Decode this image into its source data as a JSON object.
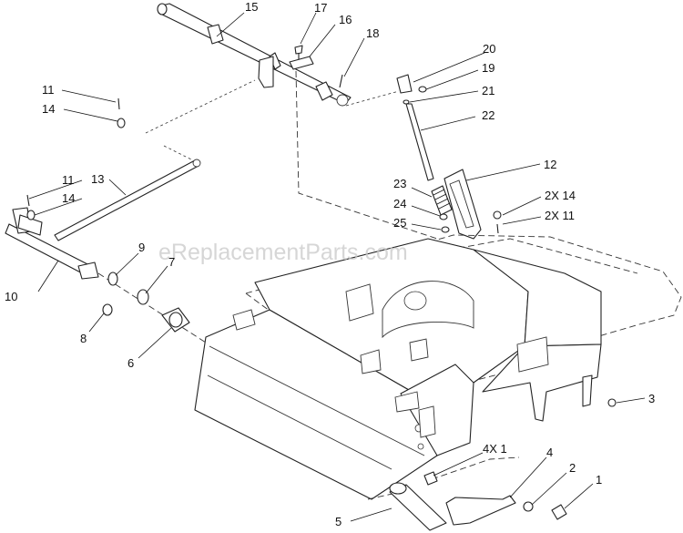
{
  "watermark": "eReplacementParts.com",
  "callouts": {
    "c1": "1",
    "c2": "2",
    "c3": "3",
    "c4": "4",
    "c4x1": "4X 1",
    "c5": "5",
    "c6": "6",
    "c7": "7",
    "c8": "8",
    "c9": "9",
    "c10": "10",
    "c11a": "11",
    "c11b": "11",
    "c12": "12",
    "c13": "13",
    "c14a": "14",
    "c14b": "14",
    "c15": "15",
    "c16": "16",
    "c17": "17",
    "c18": "18",
    "c19": "19",
    "c20": "20",
    "c21": "21",
    "c22": "22",
    "c23": "23",
    "c24": "24",
    "c25": "25",
    "c2x14": "2X 14",
    "c2x11": "2X 11"
  }
}
